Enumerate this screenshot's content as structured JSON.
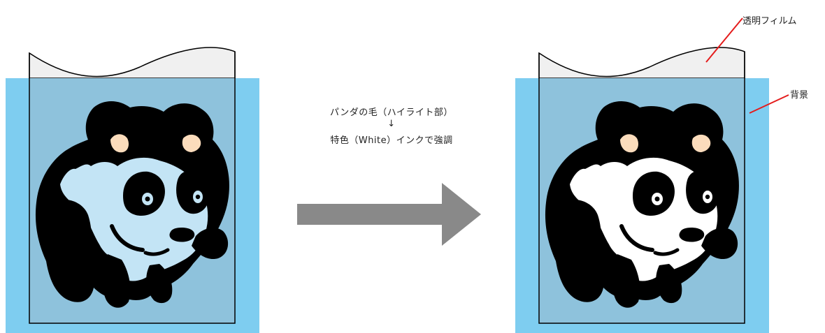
{
  "caption": {
    "line1": "パンダの毛（ハイライト部）",
    "arrow": "↓",
    "line2": "特色（White）インクで強調"
  },
  "labels": {
    "film": "透明フィルム",
    "background": "背景"
  },
  "colors": {
    "background_blue": "#7ecdf0",
    "film_overlap": "#8ec2dc",
    "film_top": "#f0f0f0",
    "panda_fur_before": "#c3e4f5",
    "panda_fur_after": "#ffffff",
    "panda_black": "#000000",
    "panda_ear": "#fbdcbc",
    "annotation_line": "#e41c1c",
    "arrow_gray": "#898989"
  },
  "icons": {
    "process_arrow": "right-arrow-icon"
  }
}
